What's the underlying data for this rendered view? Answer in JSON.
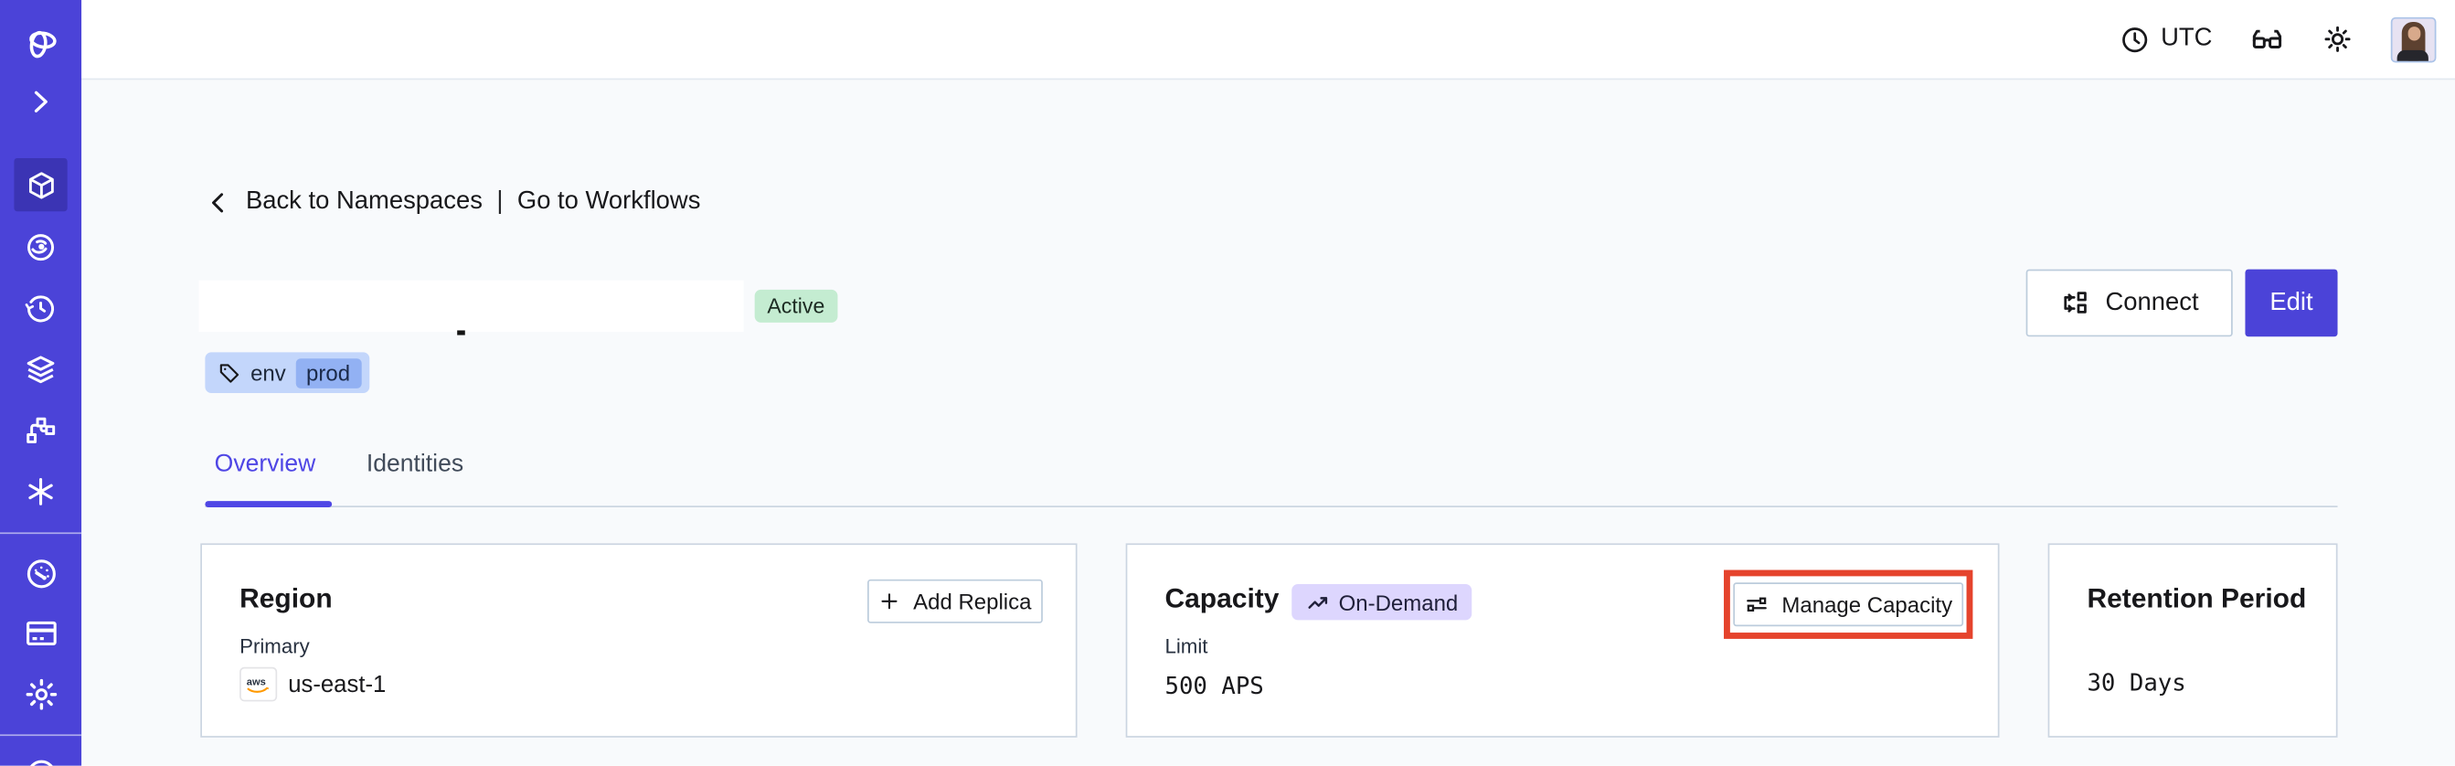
{
  "topbar": {
    "timezone": "UTC",
    "icons": [
      "clock-icon",
      "glasses-icon",
      "sun-icon",
      "avatar"
    ]
  },
  "sidebar": {
    "icons": [
      "temporal-logo",
      "expand-chevron-icon",
      "namespaces-cube-icon",
      "workflows-eye-icon",
      "schedules-timer-icon",
      "deployments-layers-icon",
      "batch-branch-icon",
      "nexus-asterisk-icon",
      "usage-gauge-icon",
      "billing-card-icon",
      "settings-gear-icon",
      "support-circle-icon"
    ],
    "active_item": "namespaces"
  },
  "breadcrumb": {
    "back_label": "Back to Namespaces",
    "separator": "|",
    "forward_label": "Go to Workflows"
  },
  "namespace": {
    "status": "Active",
    "tag_key": "env",
    "tag_value": "prod"
  },
  "actions": {
    "connect_label": "Connect",
    "edit_label": "Edit"
  },
  "tabs": [
    {
      "label": "Overview",
      "active": true
    },
    {
      "label": "Identities",
      "active": false
    }
  ],
  "cards": {
    "region": {
      "title": "Region",
      "button_label": "Add Replica",
      "sublabel": "Primary",
      "provider": "aws",
      "value": "us-east-1"
    },
    "capacity": {
      "title": "Capacity",
      "badge": "On-Demand",
      "button_label": "Manage Capacity",
      "sublabel": "Limit",
      "value": "500 APS",
      "highlighted": true
    },
    "retention": {
      "title": "Retention Period",
      "value": "30 Days"
    }
  },
  "colors": {
    "sidebar_bg": "#4b43d8",
    "sidebar_active_bg": "#3b34b4",
    "page_bg": "#f8fafc",
    "accent_indigo": "#4f46e5",
    "active_badge_bg": "#c4ecd1",
    "tag_bg": "#c3d6fb",
    "tag_chip_bg": "#92b1f3",
    "ondemand_badge_bg": "#ddd6fe",
    "highlight_red": "#e5432c",
    "card_border": "#cbd5e1",
    "aws_orange": "#ff9900"
  }
}
